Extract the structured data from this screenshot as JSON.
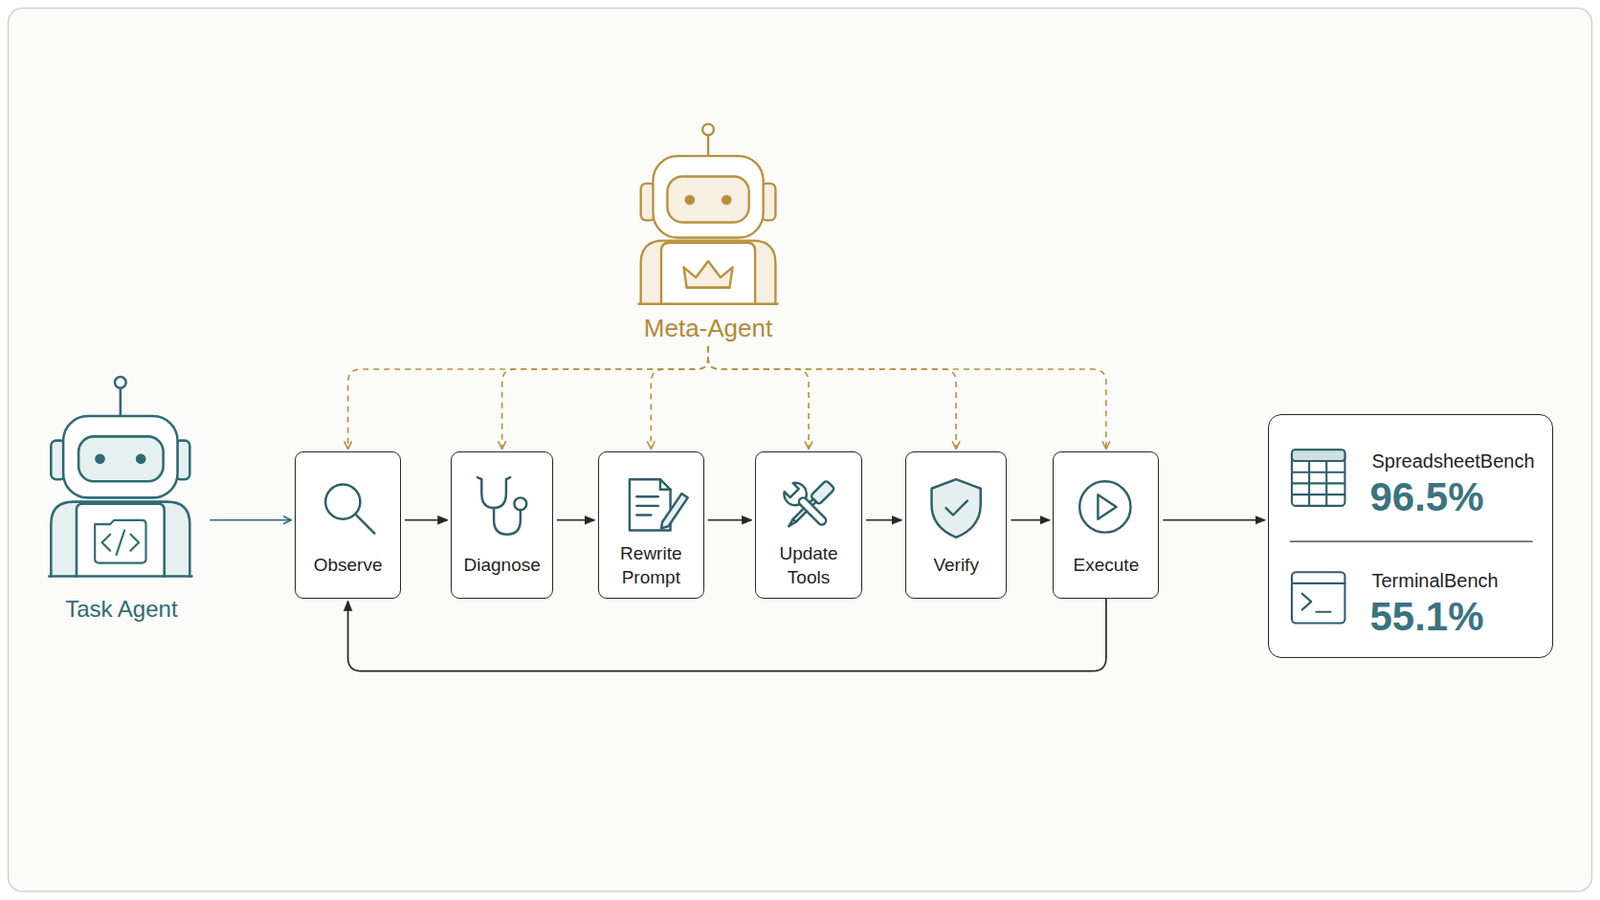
{
  "diagram": {
    "nodes": [
      {
        "text": [
          "Meta-Agent"
        ]
      },
      {
        "text": [
          "Task Agent"
        ]
      },
      {
        "text": [
          "Observe"
        ]
      },
      {
        "text": [
          "Diagnose"
        ]
      },
      {
        "text": [
          "Rewrite Prompt"
        ]
      },
      {
        "text": [
          "Update Tools"
        ]
      },
      {
        "text": [
          "Verify"
        ]
      },
      {
        "text": [
          "Execute"
        ]
      },
      {
        "text": [
          "SpreadsheetBench",
          "96.5%",
          "TerminalBench",
          "55.1%"
        ]
      }
    ],
    "edges": [
      {
        "from": 1,
        "to": 2,
        "arrow": "to"
      },
      {
        "from": 0,
        "to": 2,
        "arrow": "to"
      },
      {
        "from": 0,
        "to": 3,
        "arrow": "to"
      },
      {
        "from": 0,
        "to": 4,
        "arrow": "to"
      },
      {
        "from": 0,
        "to": 5,
        "arrow": "to"
      },
      {
        "from": 0,
        "to": 6,
        "arrow": "to"
      },
      {
        "from": 0,
        "to": 7,
        "arrow": "to"
      },
      {
        "from": 2,
        "to": 3,
        "arrow": "to"
      },
      {
        "from": 3,
        "to": 4,
        "arrow": "to"
      },
      {
        "from": 4,
        "to": 5,
        "arrow": "to"
      },
      {
        "from": 5,
        "to": 6,
        "arrow": "to"
      },
      {
        "from": 6,
        "to": 7,
        "arrow": "to"
      },
      {
        "from": 7,
        "to": 2,
        "arrow": "to"
      },
      {
        "from": 7,
        "to": 8,
        "arrow": "to"
      }
    ]
  }
}
